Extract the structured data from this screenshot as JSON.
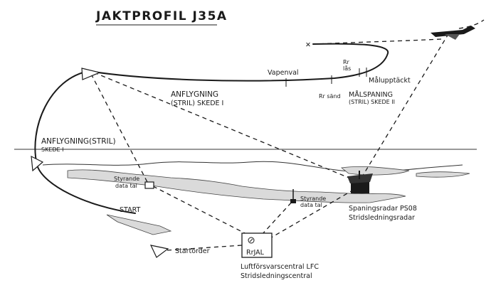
{
  "title": "JAKTPROFIL J35A",
  "labels": {
    "anflygning_stril_upper": "ANFLYGNING",
    "anflygning_stril_upper_sub": "(STRIL) SKEDE I",
    "anflygning_left": "ANFLYGNING(STRIL)",
    "skede_left": "SKEDE I",
    "vapenval": "Vapenval",
    "rr_las": "Rr\nlås",
    "malupptackt": "Målupptäckt",
    "rr_sand": "Rr sänd",
    "malspaning": "MÅLSPANING",
    "malspaning_sub": "(STRIL) SKEDE II",
    "styrande_tal_left_1": "Styrande",
    "styrande_tal_left_2": "data tal",
    "styrande_tal_right_1": "Styrande",
    "styrande_tal_right_2": "data tal",
    "start": "START",
    "startorder": "Startorder",
    "rrjal": "RrJAL",
    "lfc_1": "Luftförsvarscentral LFC",
    "lfc_2": "Stridsledningscentral",
    "radar_1": "Spaningsradar PS08",
    "radar_2": "Stridsledningsradar"
  }
}
